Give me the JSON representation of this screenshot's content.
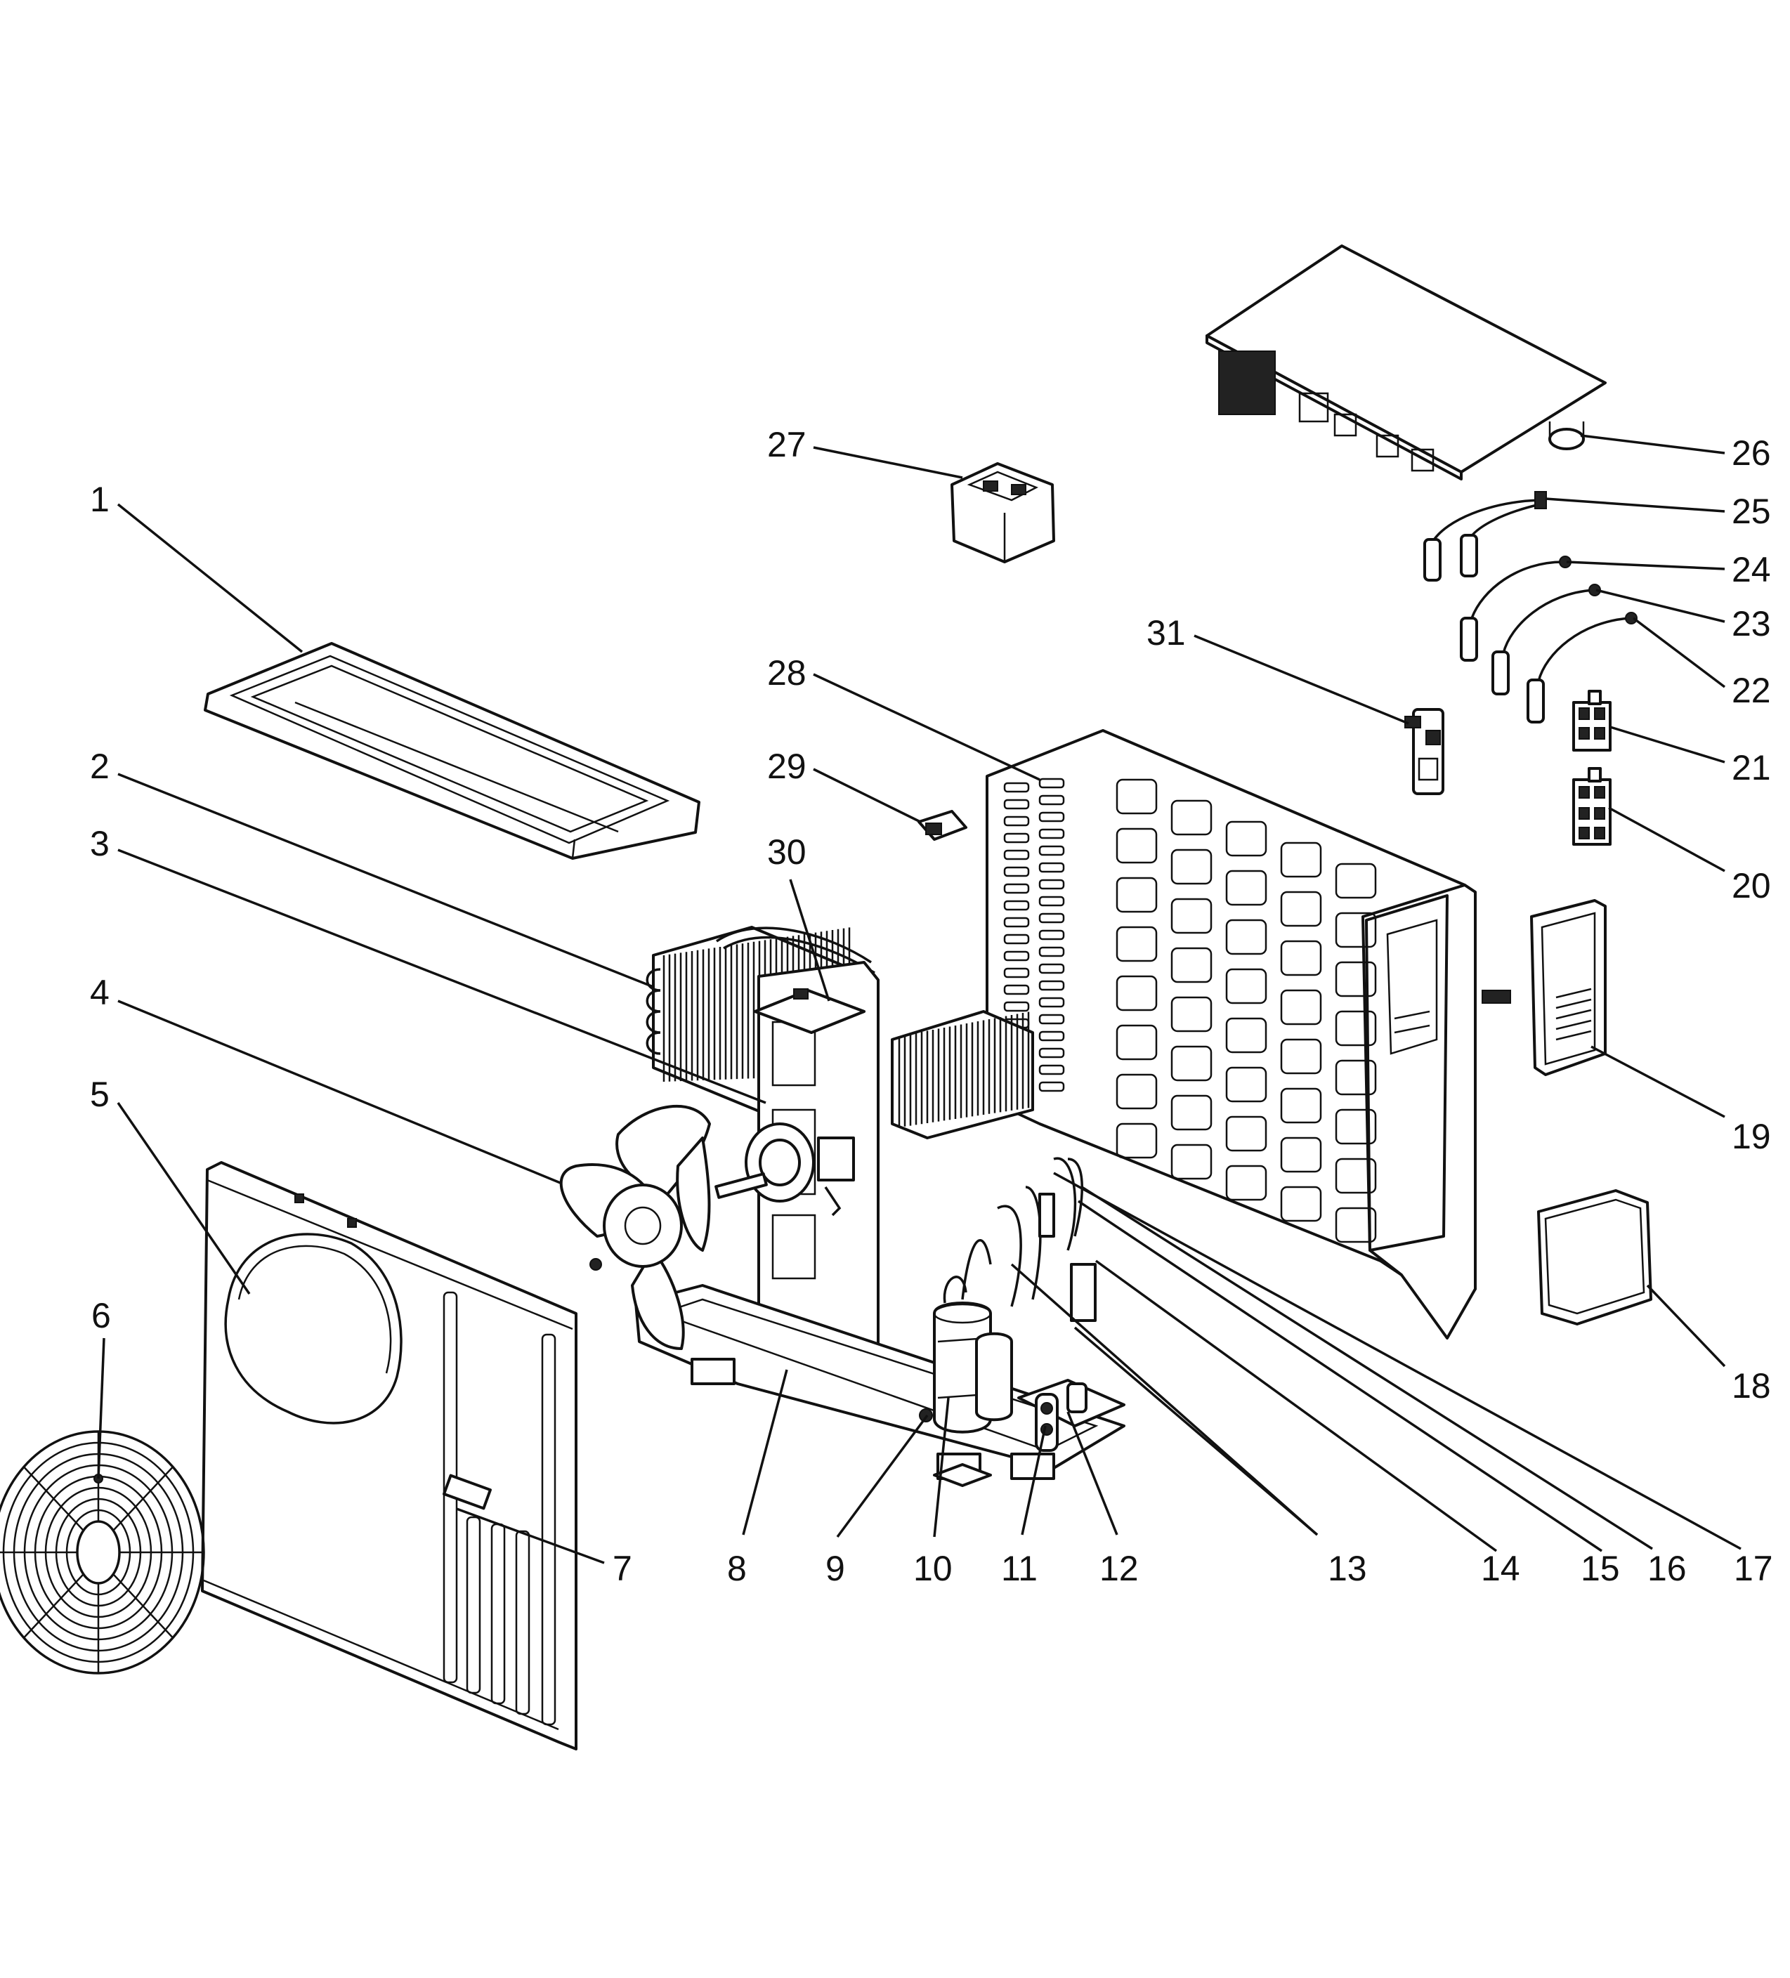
{
  "figure": {
    "callouts": [
      "1",
      "2",
      "3",
      "4",
      "5",
      "6",
      "7",
      "8",
      "9",
      "10",
      "11",
      "12",
      "13",
      "14",
      "15",
      "16",
      "17",
      "18",
      "19",
      "20",
      "21",
      "22",
      "23",
      "24",
      "25",
      "26",
      "27",
      "28",
      "29",
      "30",
      "31"
    ]
  },
  "style": {
    "line_color": "#111111",
    "background": "#ffffff"
  }
}
